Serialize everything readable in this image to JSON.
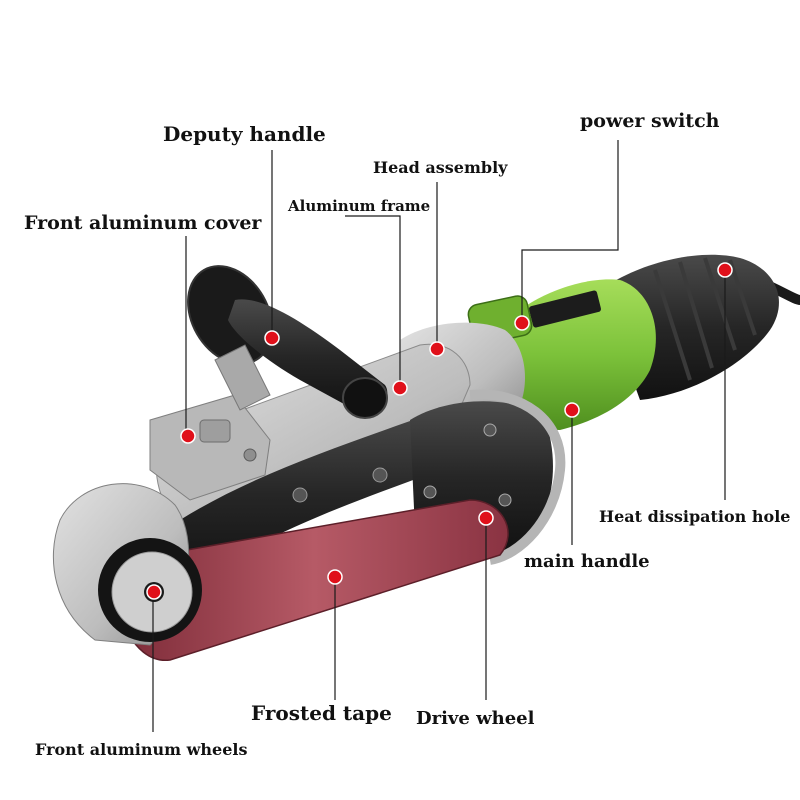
{
  "labels": {
    "deputy_handle": "Deputy handle",
    "power_switch": "power switch",
    "head_assembly": "Head assembly",
    "aluminum_frame": "Aluminum frame",
    "front_aluminum_cover": "Front aluminum cover",
    "heat_dissipation_hole": "Heat dissipation hole",
    "main_handle": "main handle",
    "frosted_tape": "Frosted tape",
    "drive_wheel": "Drive wheel",
    "front_aluminum_wheels": "Front aluminum wheels"
  },
  "colors": {
    "marker": "#e0101a",
    "motor_green": "#7cc23a",
    "belt": "#9a3a48",
    "aluminum": "#c8c8c8",
    "black_plastic": "#1e1e1e"
  }
}
